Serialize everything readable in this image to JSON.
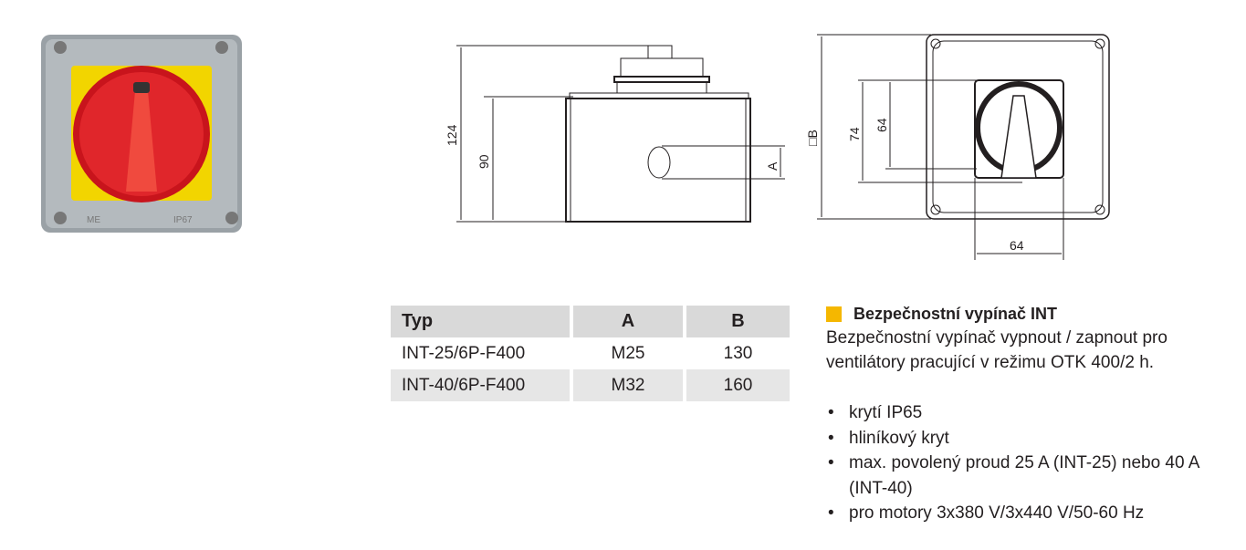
{
  "drawing": {
    "dim_124": "124",
    "dim_90": "90",
    "dim_A": "A",
    "dim_B": "□B",
    "dim_74": "74",
    "dim_64_v": "64",
    "dim_64_h": "64"
  },
  "photo": {
    "marking_left": "ME",
    "marking_right": "IP67"
  },
  "table": {
    "headers": [
      "Typ",
      "A",
      "B"
    ],
    "rows": [
      [
        "INT-25/6P-F400",
        "M25",
        "130"
      ],
      [
        "INT-40/6P-F400",
        "M32",
        "160"
      ]
    ]
  },
  "info": {
    "title": "Bezpečnostní vypínač INT",
    "description": "Bezpečnostní vypínač vypnout / zapnout pro ventilátory pracující v režimu OTK 400/2 h.",
    "bullets": [
      "krytí IP65",
      "hliníkový kryt",
      "max. povolený proud 25 A (INT-25) nebo 40 A (INT-40)",
      "pro motory 3x380 V/3x440 V/50-60 Hz"
    ]
  },
  "colors": {
    "accent": "#f5b700",
    "handle": "#d9262a",
    "plate": "#f2d500"
  }
}
